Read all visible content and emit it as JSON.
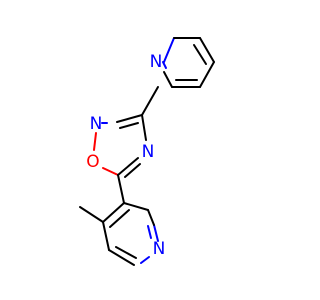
{
  "molecule": {
    "atoms": [
      {
        "id": "n_pyr_top",
        "label": "N",
        "color": "#0000ff"
      },
      {
        "id": "n_oxa_left",
        "label": "N",
        "color": "#0000ff"
      },
      {
        "id": "o_oxa",
        "label": "O",
        "color": "#ff0000"
      },
      {
        "id": "n_oxa_right",
        "label": "N",
        "color": "#0000ff"
      },
      {
        "id": "n_pyr_bottom",
        "label": "N",
        "color": "#0000ff"
      }
    ]
  }
}
